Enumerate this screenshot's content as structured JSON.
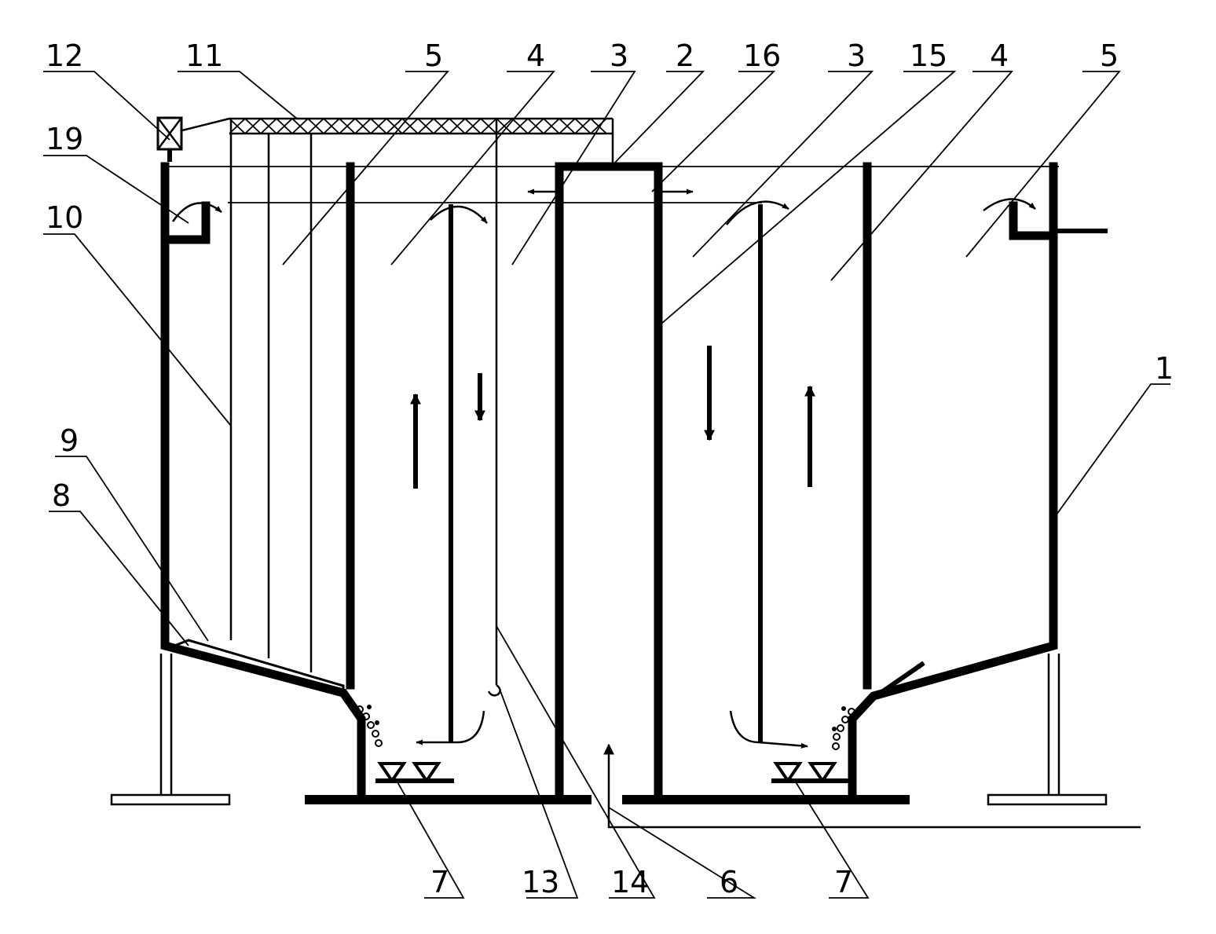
{
  "labels": {
    "top": [
      "12",
      "11",
      "5",
      "4",
      "3",
      "2",
      "16",
      "3",
      "15",
      "4",
      "5"
    ],
    "left": [
      "19",
      "10",
      "9",
      "8"
    ],
    "right": [
      "1"
    ],
    "bottom": [
      "7",
      "13",
      "14",
      "6",
      "7"
    ]
  }
}
